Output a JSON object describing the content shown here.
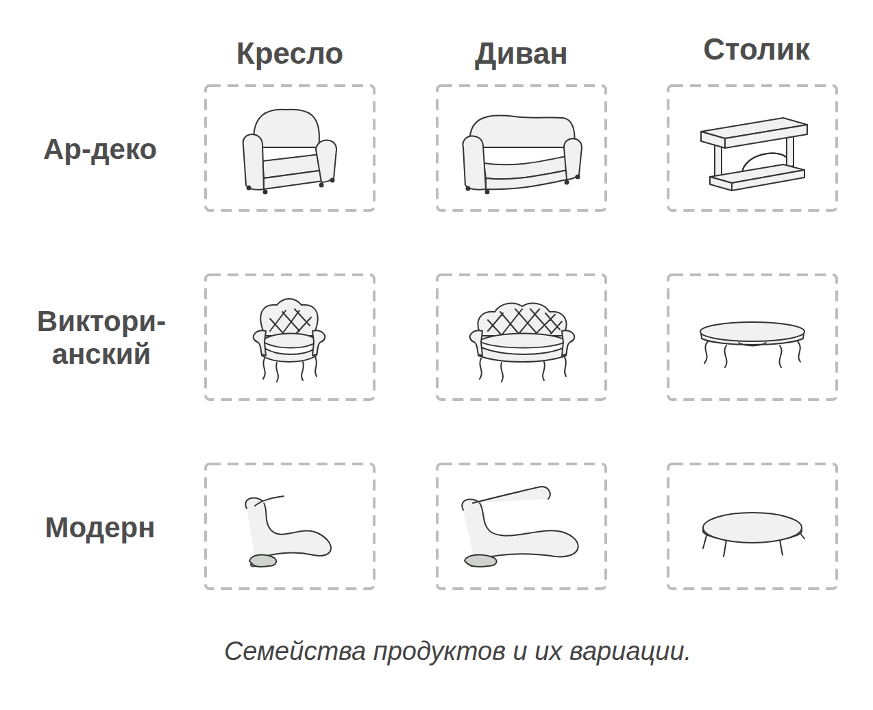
{
  "diagram": {
    "caption": "Семейства продуктов и их вариации.",
    "labels": [
      "Кресло",
      "Диван",
      "Столик",
      "Ар-деко",
      "Виктори- анский",
      "Модерн"
    ]
  }
}
